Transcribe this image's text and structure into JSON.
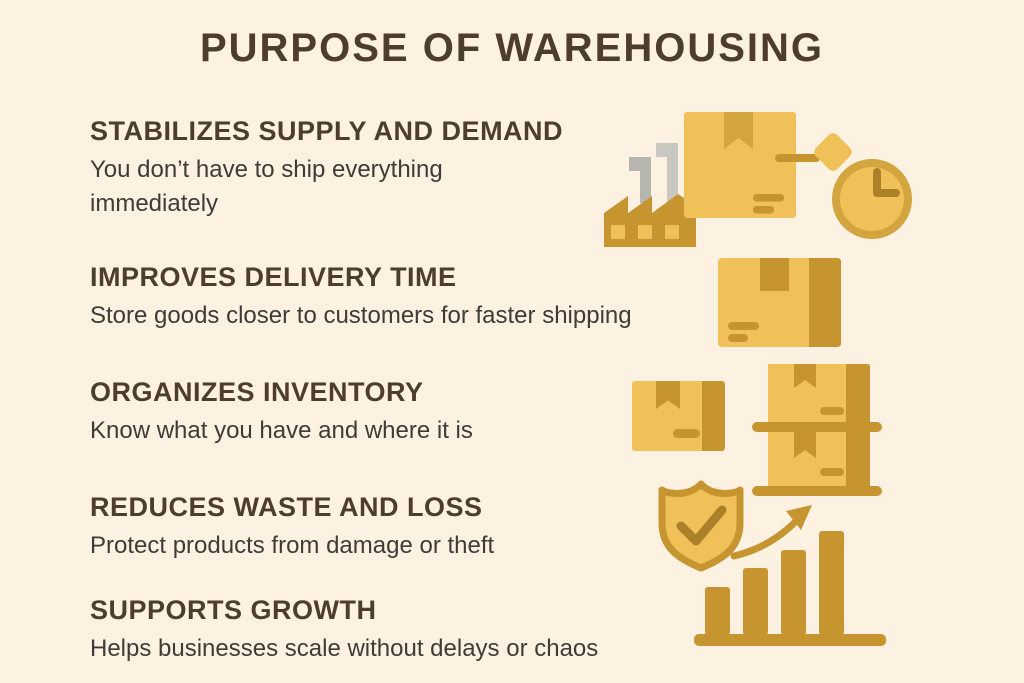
{
  "title": "PURPOSE OF WAREHOUSING",
  "sections": [
    {
      "heading": "STABILIZES SUPPLY AND DEMAND",
      "body": "You don’t have to ship everything\nimmediately"
    },
    {
      "heading": "IMPROVES DELIVERY TIME",
      "body": "Store goods closer to customers for faster shipping"
    },
    {
      "heading": "ORGANIZES INVENTORY",
      "body": "Know what you have and where it is"
    },
    {
      "heading": "REDUCES WASTE AND LOSS",
      "body": "Protect products from damage or theft"
    },
    {
      "heading": "SUPPORTS GROWTH",
      "body": "Helps businesses scale without delays or chaos"
    }
  ],
  "illustrations": {
    "stabilizes": {
      "icons": [
        "factory-icon",
        "shipping-box-icon",
        "tag-icon",
        "clock-icon"
      ]
    },
    "improves": {
      "icons": [
        "shipping-box-icon"
      ]
    },
    "organizes": {
      "icons": [
        "shipping-box-icon",
        "shelved-boxes-icon"
      ]
    },
    "growth": {
      "icons": [
        "shield-check-icon",
        "growth-arrow-icon",
        "bar-chart-icon"
      ]
    }
  },
  "colors": {
    "background": "#fdf1e2",
    "heading": "#4c3d2c",
    "body_text": "#3f3b36",
    "gold_light": "#efc158",
    "gold_mid": "#d2a53e",
    "gold_dark": "#c6952f",
    "gold_deep": "#ab8029",
    "gray_chimney": "#b7b6ae",
    "gray_chimney_light": "#c9c8c0"
  }
}
